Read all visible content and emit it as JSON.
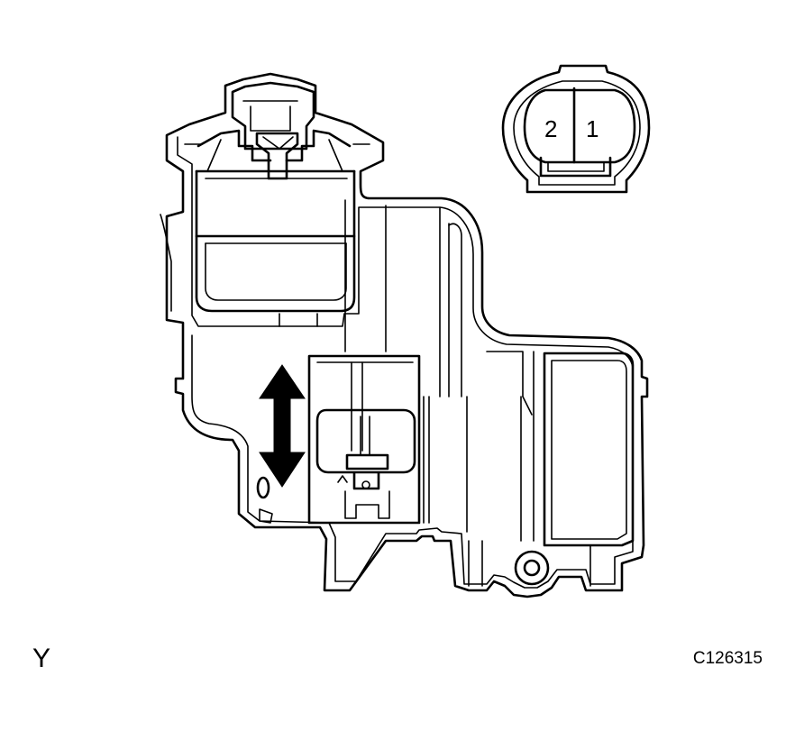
{
  "view_label": "Y",
  "figure_id": "C126315",
  "connector": {
    "pins": [
      {
        "label": "2"
      },
      {
        "label": "1"
      }
    ]
  },
  "icons": {
    "arrow": "double-vertical-arrow-icon"
  }
}
